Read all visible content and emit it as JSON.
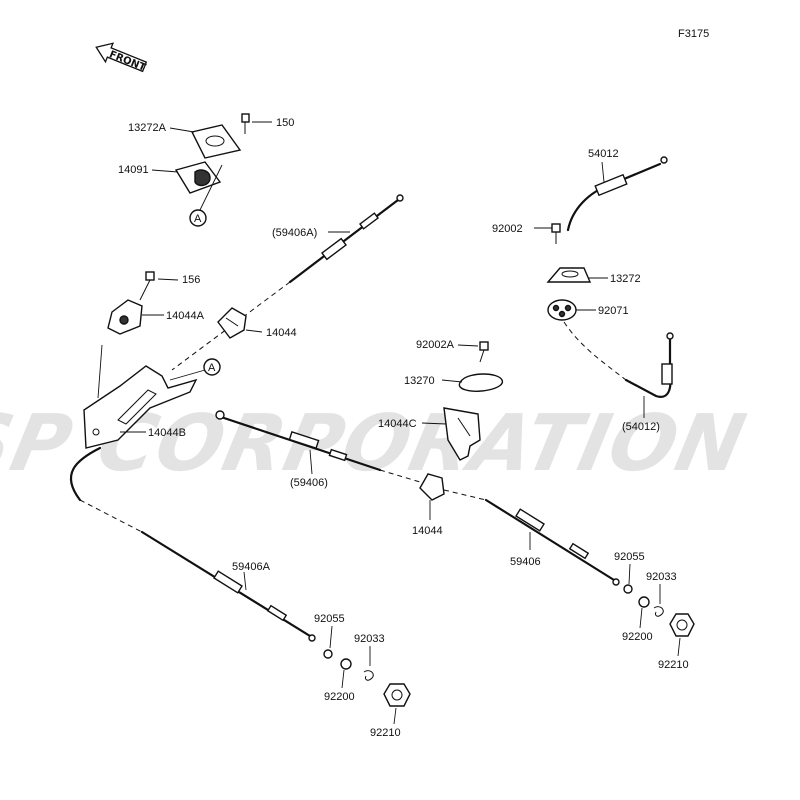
{
  "sheet_id": "F3175",
  "front_label": "FRONT",
  "watermark": "JSP CORPORATION",
  "ref_marker": "A",
  "parts": {
    "p13272A": "13272A",
    "p150": "150",
    "p14091": "14091",
    "p59406A_top": "(59406A)",
    "p156": "156",
    "p14044A": "14044A",
    "p14044_top": "14044",
    "p14044B": "14044B",
    "p59406_mid": "(59406)",
    "p92002A": "92002A",
    "p13270": "13270",
    "p14044C": "14044C",
    "p14044_mid": "14044",
    "p54012_top": "54012",
    "p92002": "92002",
    "p13272": "13272",
    "p92071": "92071",
    "p54012_bot": "(54012)",
    "p59406_right": "59406",
    "p92055_r": "92055",
    "p92033_r": "92033",
    "p92200_r": "92200",
    "p92210_r": "92210",
    "p59406A_bot": "59406A",
    "p92055_l": "92055",
    "p92033_l": "92033",
    "p92200_l": "92200",
    "p92210_l": "92210"
  }
}
